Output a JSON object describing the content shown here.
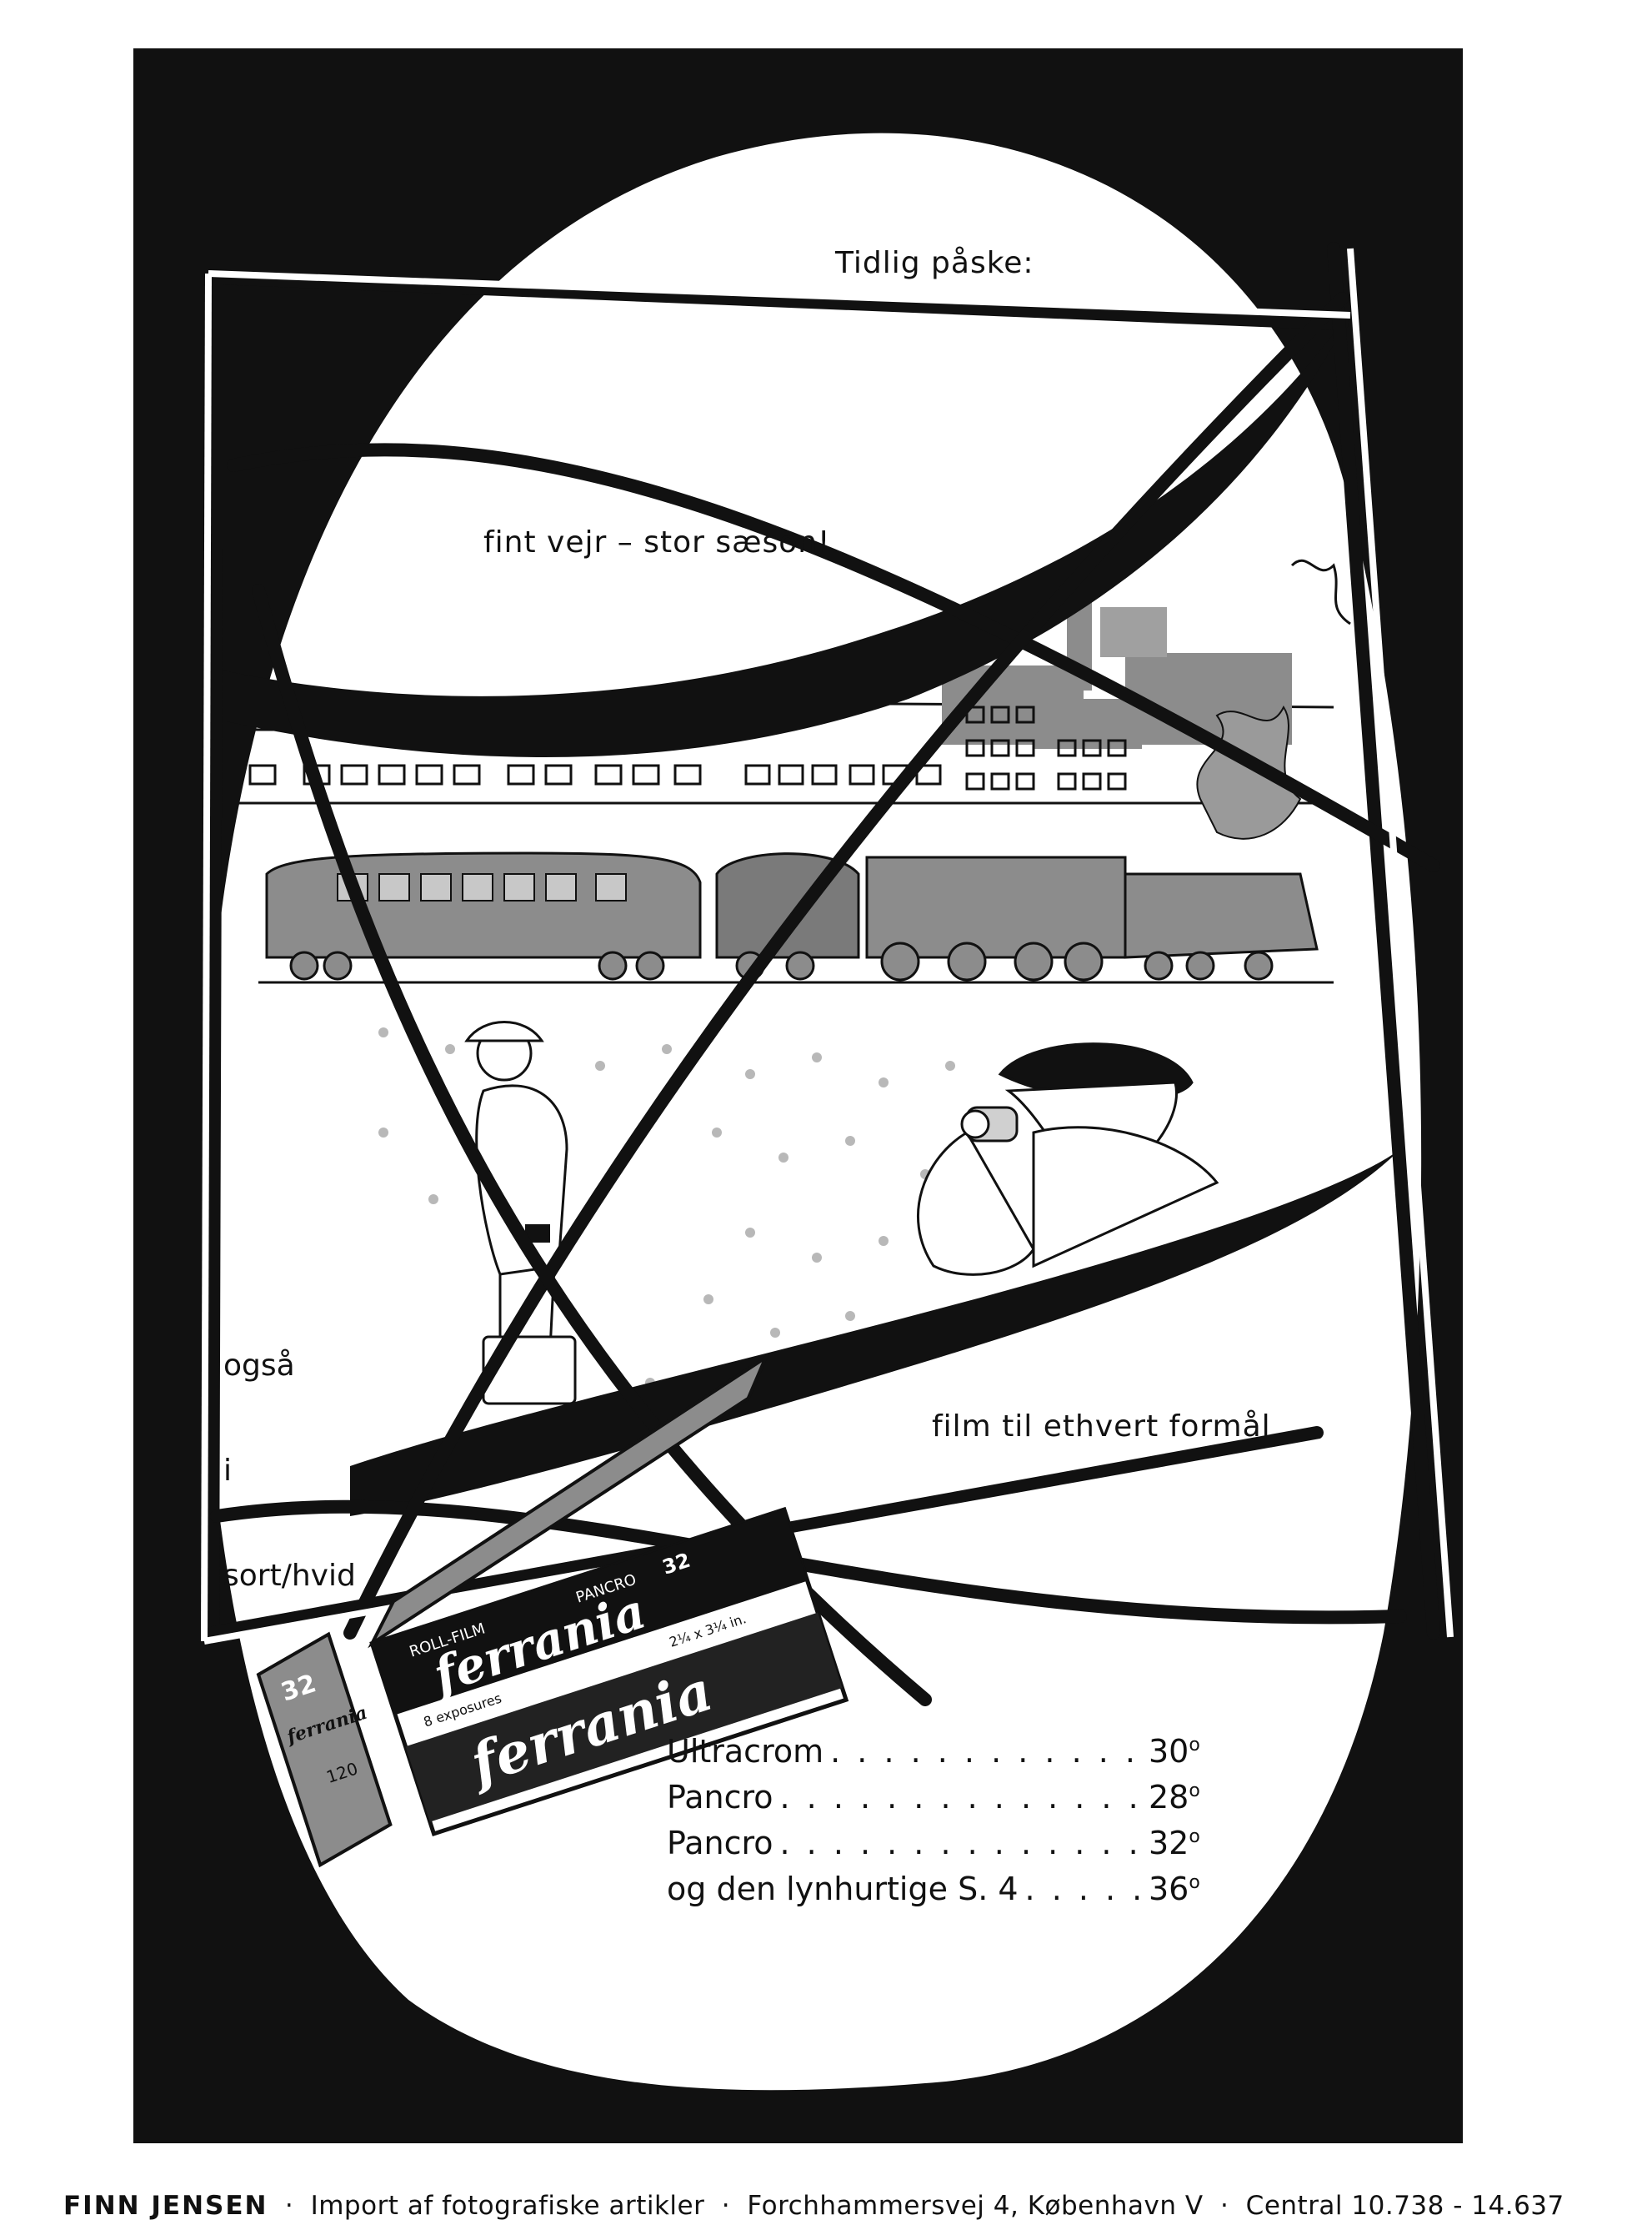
{
  "headlines": {
    "line1": "Tidlig påske:",
    "line2": "fint vejr – stor sæson!",
    "side_note": [
      "også",
      "i",
      "sort/hvid"
    ],
    "tagline": "film til ethvert formål"
  },
  "product_box": {
    "brand": "ferrania",
    "roll_film_label": "ROLL-FILM",
    "type_label": "PANCRO",
    "speed_number": "32",
    "size_label": "2¼ x 3¼ in.",
    "exposures_label": "8 exposures",
    "spool_label": "120"
  },
  "price_list": [
    {
      "name": "Ultracrom",
      "value": "30",
      "unit": "o"
    },
    {
      "name": "Pancro",
      "value": "28",
      "unit": "o"
    },
    {
      "name": "Pancro",
      "value": "32",
      "unit": "o"
    },
    {
      "name": "og den lynhurtige S. 4",
      "value": "36",
      "unit": "o"
    }
  ],
  "footer": {
    "company": "FINN JENSEN",
    "description": "Import af fotografiske artikler",
    "address": "Forchhammersvej 4, København V",
    "phone": "Central 10.738 - 14.637",
    "separator": "·"
  },
  "colors": {
    "ink": "#111111",
    "paper": "#ffffff",
    "grey_fill": "#8c8c8c",
    "light_grey": "#c8c8c8"
  }
}
